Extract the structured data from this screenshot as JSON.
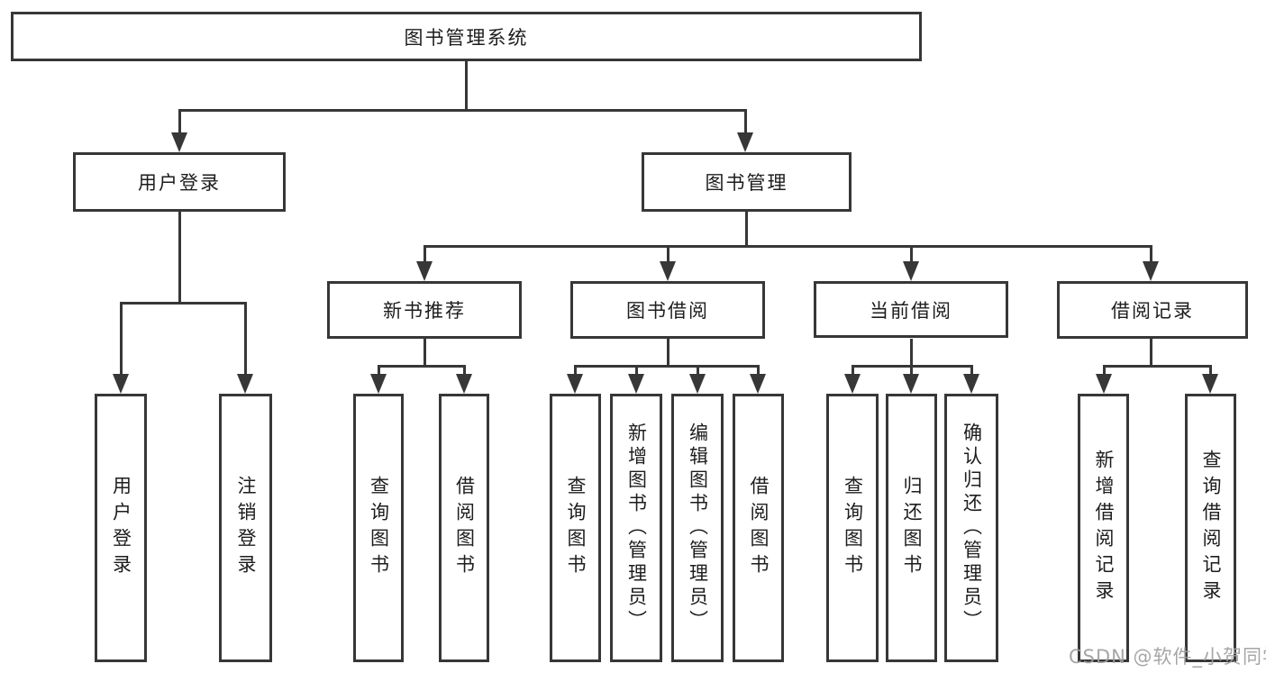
{
  "page": {
    "background": "#ffffff",
    "line_color": "#373737",
    "text_color": "#1d1d1d",
    "watermark": "CSDN @软件_小贺同学",
    "watermark_color": "#9e9e9e"
  },
  "tree": {
    "label": "图书管理系统",
    "children": [
      {
        "label": "用户登录",
        "children": [
          {
            "label": "用户登录"
          },
          {
            "label": "注销登录"
          }
        ]
      },
      {
        "label": "图书管理",
        "children": [
          {
            "label": "新书推荐",
            "children": [
              {
                "label": "查询图书"
              },
              {
                "label": "借阅图书"
              }
            ]
          },
          {
            "label": "图书借阅",
            "children": [
              {
                "label": "查询图书"
              },
              {
                "label": "新增图书（管理员）"
              },
              {
                "label": "编辑图书（管理员）"
              },
              {
                "label": "借阅图书"
              }
            ]
          },
          {
            "label": "当前借阅",
            "children": [
              {
                "label": "查询图书"
              },
              {
                "label": "归还图书"
              },
              {
                "label": "确认归还（管理员）"
              }
            ]
          },
          {
            "label": "借阅记录",
            "children": [
              {
                "label": "新增借阅记录"
              },
              {
                "label": "查询借阅记录"
              }
            ]
          }
        ]
      }
    ]
  }
}
